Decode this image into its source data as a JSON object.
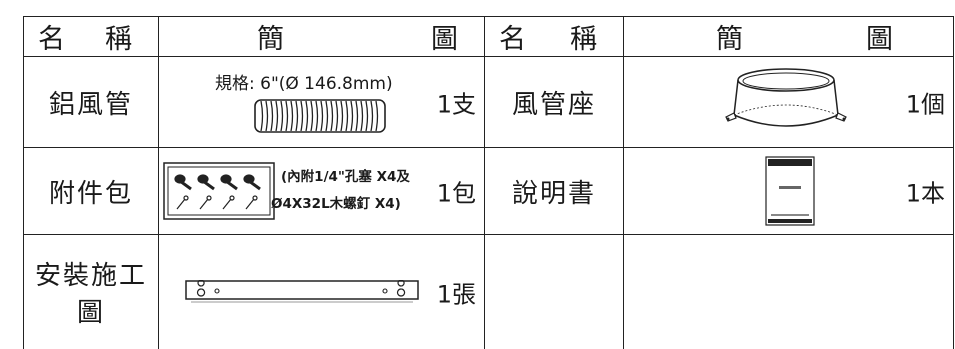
{
  "header": {
    "name_left": "名",
    "name_right": "稱",
    "figure_left": "簡",
    "figure_right": "圖"
  },
  "rows": [
    {
      "left": {
        "name": "鋁風管",
        "spec": "規格: 6\"(Ø 146.8mm)",
        "qty": "1支",
        "icon": "flexible-duct-icon"
      },
      "right": {
        "name": "風管座",
        "qty": "1個",
        "icon": "duct-adapter-icon"
      }
    },
    {
      "left": {
        "name": "附件包",
        "note_line1": "(內附1/4\"孔塞 X4及",
        "note_line2": "Ø4X32L木螺釘 X4)",
        "qty": "1包",
        "icon": "accessory-pack-icon"
      },
      "right": {
        "name": "說明書",
        "qty": "1本",
        "icon": "manual-booklet-icon"
      }
    },
    {
      "left": {
        "name": "安裝施工圖",
        "qty": "1張",
        "icon": "installation-template-icon"
      },
      "right": {
        "name": "",
        "qty": ""
      }
    }
  ],
  "colors": {
    "line": "#222222",
    "text": "#1a1a1a",
    "background": "#ffffff"
  }
}
